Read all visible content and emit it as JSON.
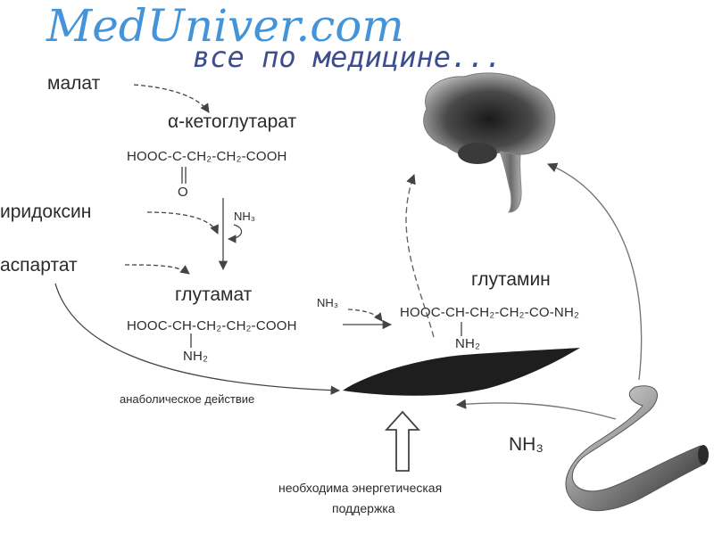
{
  "watermark": {
    "title": "MedUniver.com",
    "subtitle": "все по медицине..."
  },
  "labels": {
    "malate": "малат",
    "alpha_ketoglutarate": "α-кетоглутарат",
    "pyridoxine": "иридоксин",
    "aspartate": "аспартат",
    "glutamate": "глутамат",
    "glutamine": "глутамин",
    "anabolic_action": "анаболическое действие",
    "energy_support_line1": "необходима энергетическая",
    "energy_support_line2": "поддержка"
  },
  "formulas": {
    "akg_main": "HOOC-C-CH₂-CH₂-COOH",
    "akg_oxygen": "O",
    "nh3_pyridoxine": "NH₃",
    "glutamate_main": "HOOC-CH-CH₂-CH₂-COOH",
    "glutamate_nh2": "NH₂",
    "nh3_to_glutamine": "NH₃",
    "glutamine_main": "HOOC-CH-CH₂-CH₂-CO-NH₂",
    "glutamine_nh2": "NH₂",
    "nh3_gut": "NH₃"
  },
  "colors": {
    "watermark_title": "#3b8fd8",
    "watermark_subtitle": "#3c4f8c",
    "text": "#2b2b2b",
    "muscle": "#1e1e1e",
    "arrow": "#555555"
  }
}
